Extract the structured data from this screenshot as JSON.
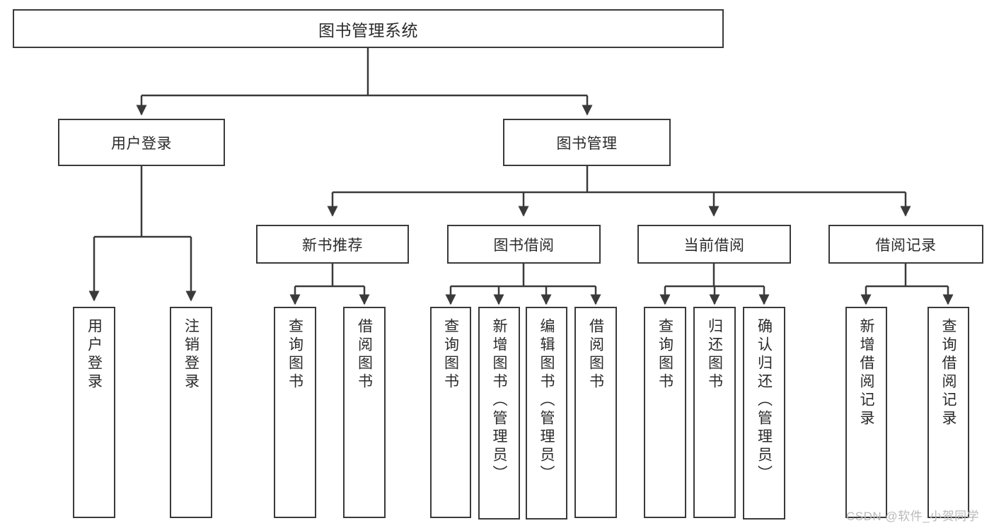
{
  "diagram": {
    "type": "hierarchy-tree",
    "title": "图书管理系统",
    "root": {
      "label": "图书管理系统"
    },
    "level2": [
      {
        "label": "用户登录"
      },
      {
        "label": "图书管理"
      }
    ],
    "level3": [
      {
        "label": "新书推荐"
      },
      {
        "label": "图书借阅"
      },
      {
        "label": "当前借阅"
      },
      {
        "label": "借阅记录"
      }
    ],
    "leaves": {
      "user_login": [
        {
          "label": "用户登录"
        },
        {
          "label": "注销登录"
        }
      ],
      "new_book_recommend": [
        {
          "label": "查询图书"
        },
        {
          "label": "借阅图书"
        }
      ],
      "book_borrow": [
        {
          "label": "查询图书"
        },
        {
          "label": "新增图书（管理员）"
        },
        {
          "label": "编辑图书（管理员）"
        },
        {
          "label": "借阅图书"
        }
      ],
      "current_borrow": [
        {
          "label": "查询图书"
        },
        {
          "label": "归还图书"
        },
        {
          "label": "确认归还（管理员）"
        }
      ],
      "borrow_record": [
        {
          "label": "新增借阅记录"
        },
        {
          "label": "查询借阅记录"
        }
      ]
    },
    "watermark": "CSDN @软件_小贺同学",
    "colors": {
      "stroke": "#3a3a3a",
      "text": "#2b2b2b",
      "background": "#ffffff",
      "watermark": "#b9b9b9"
    }
  }
}
